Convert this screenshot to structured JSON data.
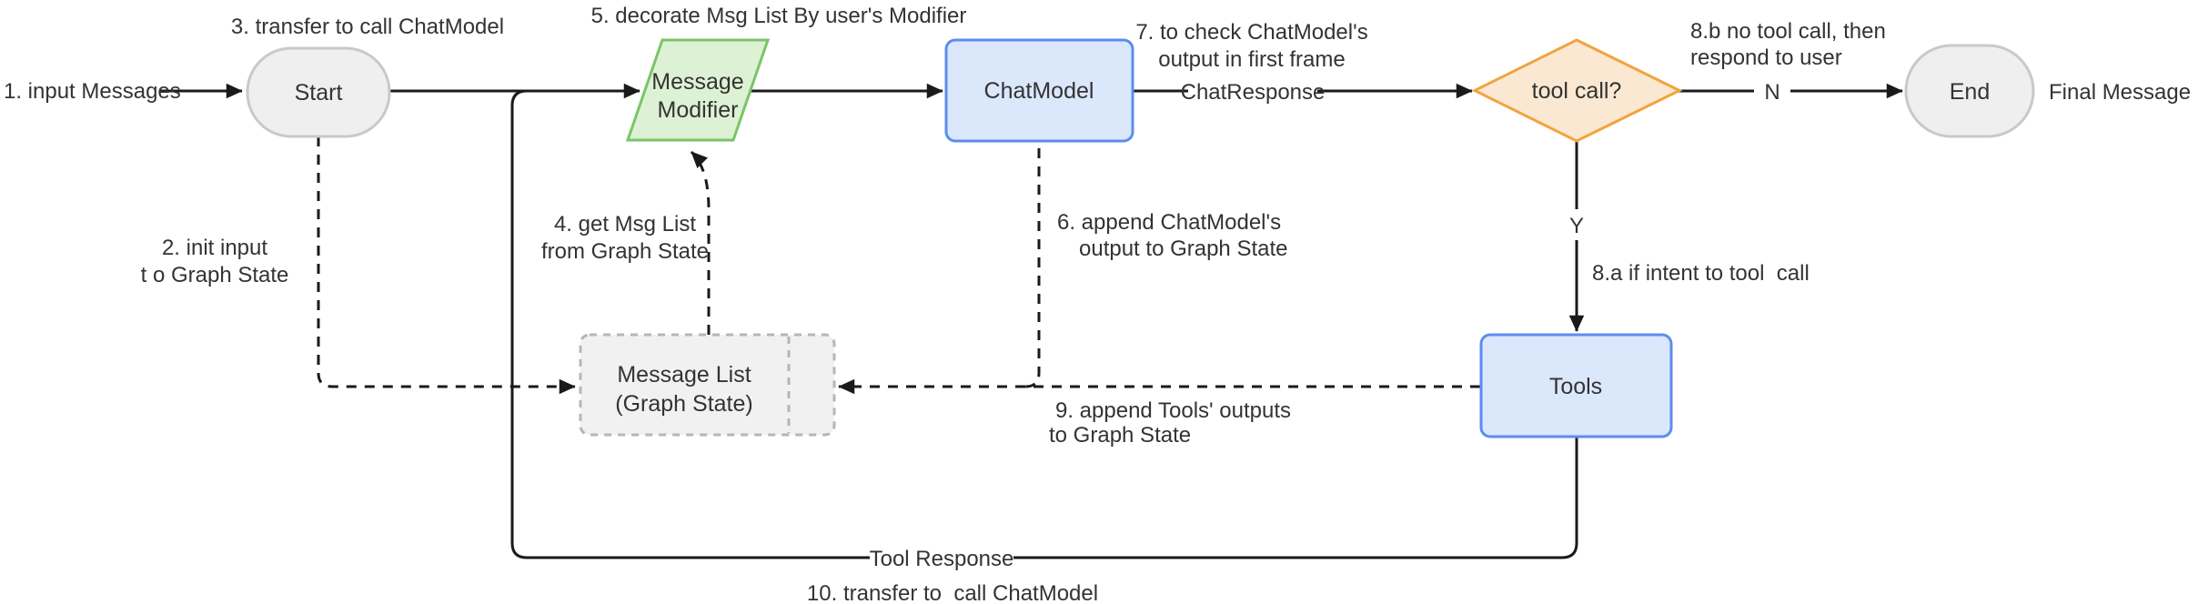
{
  "diagram": {
    "nodes": {
      "start": {
        "label": "Start"
      },
      "message_modifier": {
        "label": [
          "Message",
          "Modifier"
        ]
      },
      "chat_model": {
        "label": "ChatModel"
      },
      "tool_call_decision": {
        "label": "tool call?"
      },
      "end": {
        "label": "End"
      },
      "message_list": {
        "label": [
          "Message List",
          "(Graph State)"
        ]
      },
      "tools": {
        "label": "Tools"
      }
    },
    "labels": {
      "input_messages": "1. input Messages",
      "init_input": [
        "2. init input",
        "t o Graph State"
      ],
      "transfer_to_call_chatmodel": "3. transfer to call ChatModel",
      "get_msg_list": [
        "4. get Msg List",
        "from Graph State"
      ],
      "decorate_msg_list": "5. decorate Msg List By user's Modifier",
      "append_chatmodel_output": [
        "6. append ChatModel's",
        "output to Graph State"
      ],
      "check_output": [
        "7. to check ChatModel's",
        "output in first frame"
      ],
      "chat_response": "ChatResponse",
      "yes": "Y",
      "no": "N",
      "if_intent_tool_call": "8.a if intent to tool  call",
      "no_tool_call": [
        "8.b no tool call, then",
        "respond to user"
      ],
      "append_tools_outputs": [
        "9. append Tools' outputs",
        "to Graph State"
      ],
      "tool_response": "Tool Response",
      "transfer_to_call_chatmodel_bottom": "10. transfer to  call ChatModel",
      "final_message": "Final Message"
    },
    "colors": {
      "edge": "#1a1a1a",
      "label_text": "#333333",
      "start_end_fill": "#efefef",
      "start_end_border": "#c9c9c9",
      "modifier_fill": "#ddf2d4",
      "modifier_border": "#7ac468",
      "model_fill": "#dbe7fb",
      "model_border": "#5b8def",
      "decision_fill": "#fbe8d2",
      "decision_border": "#f2a33c",
      "state_fill": "#f1f1f1",
      "state_border": "#b6b6b6"
    }
  }
}
